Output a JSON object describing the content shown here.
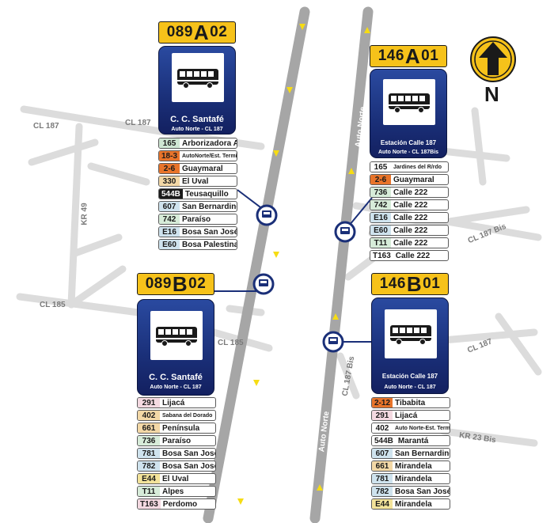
{
  "streets": {
    "cl187_a": "CL 187",
    "cl187_b": "CL 187",
    "kr49": "KR 49",
    "cl185_a": "CL 185",
    "cl185_b": "CL 185",
    "cl187bis_a": "CL 187 Bis",
    "cl187bis_b": "CL 187 Bis",
    "cl187_c": "CL 187",
    "kr23bis": "KR 23 Bis"
  },
  "highways": {
    "west_a": "Auto Norte",
    "west_b": "Auto Norte",
    "east_a": "Auto Norte",
    "east_b": "Auto Norte"
  },
  "compass": {
    "letter": "N",
    "icon": "north-arrow-icon"
  },
  "colors": {
    "code_bg": "#f6c21a",
    "sign_blue": "#1a2f78",
    "highway": "#a6a6a6",
    "street": "#dcdcdc",
    "arrow": "#f6dc14"
  },
  "stops": {
    "s089A": {
      "code_pre": "089",
      "code_letter": "A",
      "code_post": "02",
      "name": "C. C. Santafé",
      "sub": "Auto Norte - CL 187",
      "routes": [
        {
          "code": "165",
          "name": "Arborizadora Alta",
          "color": "#cfe6d3"
        },
        {
          "code": "18-3",
          "name": "AutoNorte/Est. Terminal",
          "color": "#e8742a",
          "small": true
        },
        {
          "code": "2-6",
          "name": "Guaymaral",
          "color": "#e8742a"
        },
        {
          "code": "330",
          "name": "El Uval",
          "color": "#f3d8a6"
        },
        {
          "code": "544B",
          "name": "Teusaquillo",
          "color": "#1a1a1a",
          "dark": true
        },
        {
          "code": "607",
          "name": "San Bernardino",
          "color": "#cfe3ee"
        },
        {
          "code": "742",
          "name": "Paraíso",
          "color": "#d7ecd9"
        },
        {
          "code": "E16",
          "name": "Bosa San José",
          "color": "#cfe3ee"
        },
        {
          "code": "E60",
          "name": "Bosa Palestina",
          "color": "#cfe3ee"
        }
      ]
    },
    "s089B": {
      "code_pre": "089",
      "code_letter": "B",
      "code_post": "02",
      "name": "C. C. Santafé",
      "sub": "Auto Norte - CL 187",
      "routes": [
        {
          "code": "291",
          "name": "Lijacá",
          "color": "#f4d9e1"
        },
        {
          "code": "402",
          "name": "Sabana del Dorado",
          "color": "#f3d8a6",
          "small": true
        },
        {
          "code": "661",
          "name": "Península",
          "color": "#f3d8a6"
        },
        {
          "code": "736",
          "name": "Paraíso",
          "color": "#d7ecd9"
        },
        {
          "code": "781",
          "name": "Bosa San José",
          "color": "#cfe3ee"
        },
        {
          "code": "782",
          "name": "Bosa San José",
          "color": "#cfe3ee"
        },
        {
          "code": "E44",
          "name": "El Uval",
          "color": "#f3e39a"
        },
        {
          "code": "T11",
          "name": "Alpes",
          "color": "#d7ecd9"
        },
        {
          "code": "T163",
          "name": "Perdomo",
          "color": "#f4d9e1"
        }
      ]
    },
    "s146A": {
      "code_pre": "146",
      "code_letter": "A",
      "code_post": "01",
      "name": "Estación Calle 187",
      "sub": "Auto Norte - CL 187Bis",
      "routes": [
        {
          "code": "165",
          "name": "Jardines del R/rdo",
          "color": "#ffffff",
          "small": true
        },
        {
          "code": "2-6",
          "name": "Guaymaral",
          "color": "#e8742a"
        },
        {
          "code": "736",
          "name": "Calle 222",
          "color": "#d7ecd9"
        },
        {
          "code": "742",
          "name": "Calle 222",
          "color": "#d7ecd9"
        },
        {
          "code": "E16",
          "name": "Calle 222",
          "color": "#cfe3ee"
        },
        {
          "code": "E60",
          "name": "Calle 222",
          "color": "#cfe3ee"
        },
        {
          "code": "T11",
          "name": "Calle 222",
          "color": "#d7ecd9"
        },
        {
          "code": "T163",
          "name": "Calle 222",
          "color": "#ffffff"
        }
      ]
    },
    "s146B": {
      "code_pre": "146",
      "code_letter": "B",
      "code_post": "01",
      "name": "Estación Calle 187",
      "sub": "Auto Norte - CL 187",
      "routes": [
        {
          "code": "2-12",
          "name": "Tibabita",
          "color": "#e8742a"
        },
        {
          "code": "291",
          "name": "Lijacá",
          "color": "#f4d9e1"
        },
        {
          "code": "402",
          "name": "Auto Norte-Est. Terminal",
          "color": "#ffffff",
          "small": true
        },
        {
          "code": "544B",
          "name": "Marantá",
          "color": "#ffffff"
        },
        {
          "code": "607",
          "name": "San Bernardino",
          "color": "#cfe3ee"
        },
        {
          "code": "661",
          "name": "Mirandela",
          "color": "#f3d8a6"
        },
        {
          "code": "781",
          "name": "Mirandela",
          "color": "#cfe3ee"
        },
        {
          "code": "782",
          "name": "Bosa San José",
          "color": "#cfe3ee"
        },
        {
          "code": "E44",
          "name": "Mirandela",
          "color": "#f3e39a"
        }
      ]
    }
  }
}
